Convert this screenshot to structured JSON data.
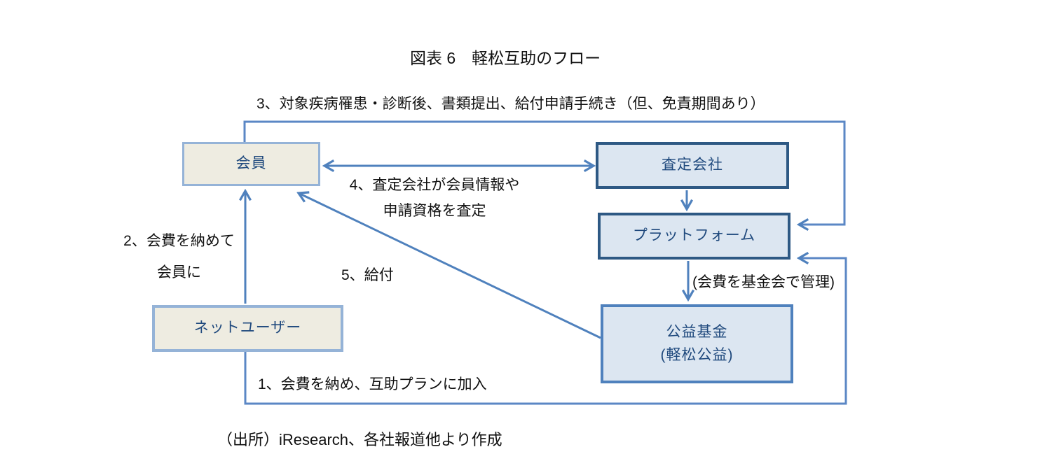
{
  "figure": {
    "title": "図表 6　軽松互助のフロー",
    "source": "（出所）iResearch、各社報道他より作成"
  },
  "nodes": {
    "member": {
      "label": "会員"
    },
    "net_user": {
      "label": "ネットユーザー"
    },
    "assessment_company": {
      "label": "査定会社"
    },
    "platform": {
      "label": "プラットフォーム"
    },
    "public_fund": {
      "label": "公益基金",
      "sublabel": "(軽松公益)"
    }
  },
  "flow_labels": {
    "step1": "1、会費を納め、互助プランに加入",
    "step2_line1": "2、会費を納めて",
    "step2_line2": "会員に",
    "step3": "3、対象疾病罹患・診断後、書類提出、給付申請手続き（但、免責期間あり）",
    "step4_line1": "4、査定会社が会員情報や",
    "step4_line2": "申請資格を査定",
    "step5": "5、給付",
    "fund_note": "(会費を基金会で管理)"
  },
  "colors": {
    "connector_blue": "#4F81BD",
    "dark_box_border": "#2E5984",
    "light_box_border": "#95B3D7",
    "fund_box_border": "#4F81BD",
    "blue_box_fill": "#DCE6F1",
    "cream_box_fill": "#EEECE1",
    "box_text": "#1F497D",
    "label_text": "#111111"
  }
}
